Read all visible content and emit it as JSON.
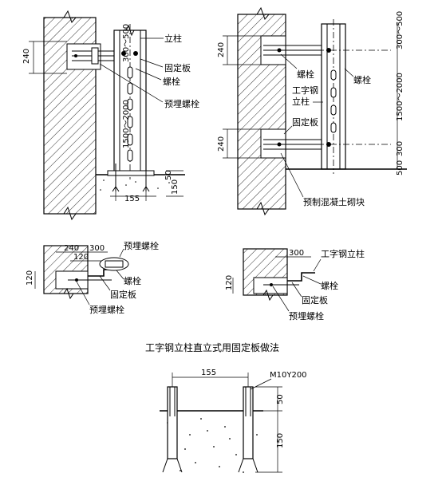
{
  "title": "工字钢立柱直立式用固定板做法",
  "view_a": {
    "labels": {
      "column": "立柱",
      "fixing_plate": "固定板",
      "bolt": "螺栓",
      "embedded_bolt": "预埋螺栓"
    },
    "dims": {
      "d240": "240",
      "d300_500": "300～500",
      "d1500_2000": "1500～2000",
      "d50": "50",
      "d150": "150",
      "d155": "155"
    }
  },
  "view_b": {
    "labels": {
      "bolt": "螺栓",
      "i_beam_col": "工字钢",
      "col": "立柱",
      "fixing_plate": "固定板",
      "precast_block": "预制混凝土砌块"
    },
    "dims": {
      "d240_top": "240",
      "d240_bot": "240",
      "d300_500": "300～500",
      "d1500_2000": "1500～2000",
      "d300_bot": "300",
      "d500": "500"
    }
  },
  "view_c": {
    "labels": {
      "embedded_bolt_top": "预埋螺栓",
      "bolt": "螺栓",
      "fixing_plate": "固定板",
      "embedded_bolt_bot": "预埋螺栓"
    },
    "dims": {
      "d240": "240",
      "d300": "300",
      "d120_h": "120",
      "d120_v": "120"
    }
  },
  "view_d": {
    "labels": {
      "i_beam_column": "工字钢立柱",
      "bolt": "螺栓",
      "fixing_plate": "固定板",
      "embedded_bolt": "预埋螺栓"
    },
    "dims": {
      "d300": "300",
      "d120": "120"
    }
  },
  "view_e": {
    "labels": {
      "bolt_spec": "M10Y200"
    },
    "dims": {
      "d155": "155",
      "d50": "50",
      "d150": "150"
    }
  }
}
